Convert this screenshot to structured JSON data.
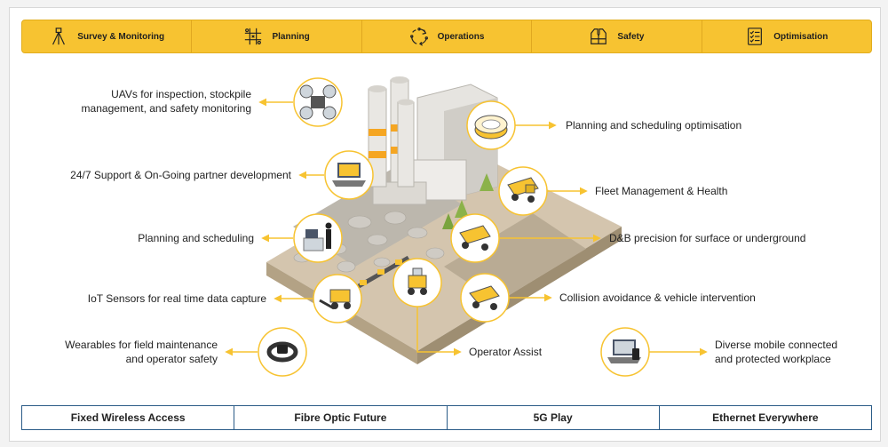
{
  "colors": {
    "accent": "#f7c331",
    "bottom_border": "#2a5b87",
    "terrain": "#c9b9a3"
  },
  "top_nav": [
    {
      "label": "Survey & Monitoring",
      "icon": "survey-tripod-icon"
    },
    {
      "label": "Planning",
      "icon": "tic-tac-toe-icon"
    },
    {
      "label": "Operations",
      "icon": "cycle-arrows-icon"
    },
    {
      "label": "Safety",
      "icon": "safety-vest-icon"
    },
    {
      "label": "Optimisation",
      "icon": "checklist-icon"
    }
  ],
  "labels": {
    "uav": "UAVs for inspection, stockpile management, and safety monitoring",
    "support": "24/7 Support & On-Going partner development",
    "planning": "Planning and scheduling",
    "iot": "IoT Sensors for real time data capture",
    "wearables": "Wearables for field maintenance and operator safety",
    "plan_opt": "Planning and scheduling optimisation",
    "fleet": "Fleet Management & Health",
    "db": "D&B precision for surface or underground",
    "collision": "Collision avoidance & vehicle intervention",
    "operator": "Operator Assist",
    "mobile": "Diverse mobile connected and protected workplace"
  },
  "label_lines": {
    "uav": [
      "UAVs for inspection, stockpile",
      "management, and safety monitoring"
    ],
    "wearables": [
      "Wearables for field maintenance",
      "and operator safety"
    ],
    "mobile": [
      "Diverse mobile connected",
      "and protected workplace"
    ]
  },
  "bottom_nav": [
    {
      "label": "Fixed Wireless Access"
    },
    {
      "label": "Fibre Optic Future"
    },
    {
      "label": "5G Play"
    },
    {
      "label": "Ethernet Everywhere"
    }
  ]
}
